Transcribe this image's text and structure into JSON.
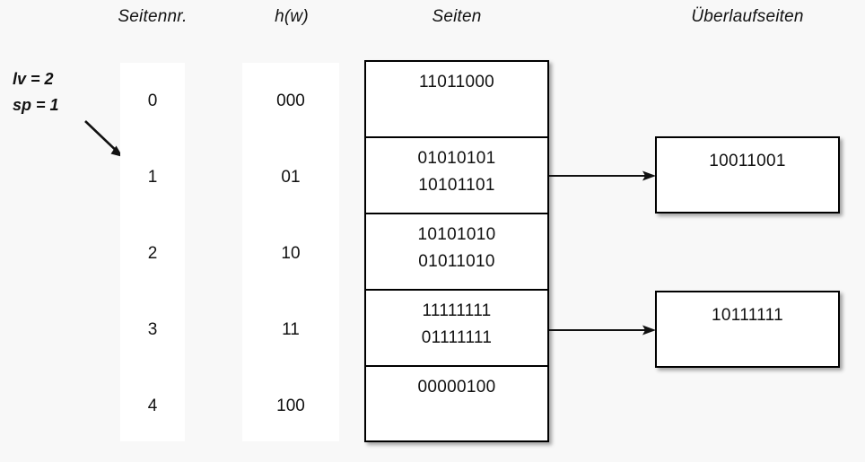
{
  "headers": {
    "seitennr": "Seitennr.",
    "hw": "h(w)",
    "seiten": "Seiten",
    "overflow": "Überlaufseiten"
  },
  "annotation": {
    "lv": "lv = 2",
    "sp": "sp = 1",
    "arrow_icon": "diagonal-arrow-down-right-icon"
  },
  "page_numbers": [
    "0",
    "1",
    "2",
    "3",
    "4"
  ],
  "hash_values": [
    "000",
    "01",
    "10",
    "11",
    "100"
  ],
  "pages": [
    {
      "records": [
        "11011000"
      ]
    },
    {
      "records": [
        "01010101",
        "10101101"
      ]
    },
    {
      "records": [
        "10101010",
        "01011010"
      ]
    },
    {
      "records": [
        "11111111",
        "01111111"
      ]
    },
    {
      "records": [
        "00000100"
      ]
    }
  ],
  "overflow_pages": [
    {
      "records": [
        "10011001"
      ],
      "from_page": 1
    },
    {
      "records": [
        "10111111"
      ],
      "from_page": 3
    }
  ],
  "connector_icon": "arrow-right-icon",
  "colors": {
    "background": "#f8f8f8",
    "surface": "#ffffff",
    "stroke": "#000000",
    "text": "#111111"
  }
}
